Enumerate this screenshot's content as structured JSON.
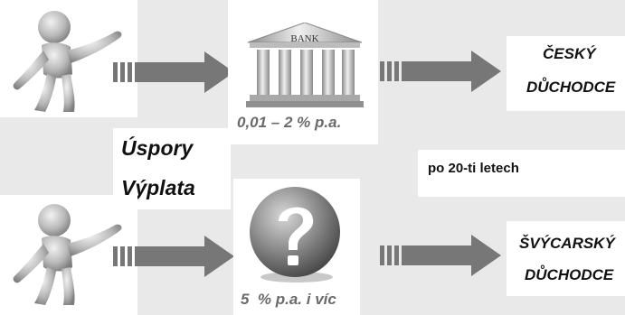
{
  "diagram": {
    "top_row": {
      "bank_sign": "BANK",
      "rate_label": "0,01 – 2 % p.a.",
      "destination_label_line1": "ČESKÝ",
      "destination_label_line2": "DŮCHODCE"
    },
    "middle": {
      "savings_label": "Úspory",
      "payout_label": "Výplata",
      "period_label": "po 20-ti letech"
    },
    "bottom_row": {
      "rate_label": "5  % p.a. i víc",
      "destination_label_line1": "ŠVÝCARSKÝ",
      "destination_label_line2": "DŮCHODCE"
    },
    "colors": {
      "background": "#e9e9e9",
      "panel": "#ffffff",
      "arrow": "#777777",
      "text": "#111111",
      "rate_text": "#6a6a6a"
    }
  }
}
